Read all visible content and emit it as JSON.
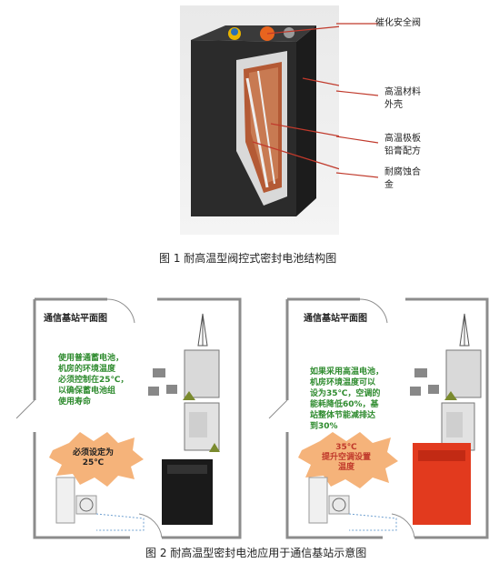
{
  "figure1": {
    "callouts": [
      "催化安全阀",
      "高温材料\n外壳",
      "高温极板\n铅膏配方",
      "耐腐蚀合\n金"
    ],
    "caption": "图 1 耐高温型阀控式密封电池结构图"
  },
  "figure2": {
    "left": {
      "title": "通信基站平面图",
      "note": "使用普通蓄电池，\n机房的环境温度\n必须控制在25℃，\n以确保蓄电池组\n使用寿命",
      "temp_label": "必须设定为\n25℃"
    },
    "right": {
      "title": "通信基站平面图",
      "note": "如果采用高温电池，\n机房环境温度可以\n设为35℃，空调的\n能耗降低60%，基\n站整体节能减排达\n到30%",
      "temp_label": "35℃\n提升空调设置\n温度"
    },
    "caption": "图 2 耐高温型密封电池应用于通信基站示意图"
  },
  "colors": {
    "green": "#2e8b2e",
    "red_line": "#c0392b",
    "wall": "#8c8c8c",
    "starburst": "#f5b37a"
  }
}
